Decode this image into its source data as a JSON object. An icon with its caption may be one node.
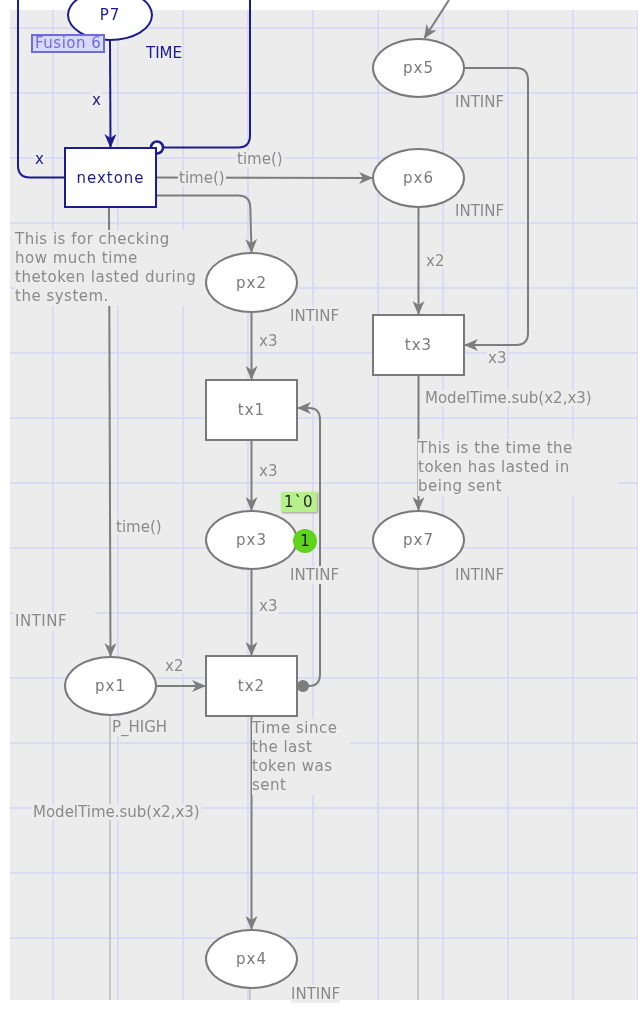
{
  "diagram": {
    "nodes": [
      {
        "text": [
          "P7"
        ],
        "beside": [
          "Fusion 6",
          "TIME"
        ]
      },
      {
        "text": [
          "nextone"
        ]
      },
      {
        "text": [
          "px5"
        ],
        "beside": [
          "INTINF"
        ]
      },
      {
        "text": [
          "px6"
        ],
        "beside": [
          "INTINF"
        ]
      },
      {
        "text": [
          "px2"
        ],
        "beside": [
          "INTINF"
        ]
      },
      {
        "text": [
          "tx3"
        ]
      },
      {
        "text": [
          "tx1"
        ]
      },
      {
        "text": [
          "px3"
        ],
        "beside": [
          "1`0",
          "1",
          "INTINF"
        ]
      },
      {
        "text": [
          "px7"
        ],
        "beside": [
          "INTINF"
        ]
      },
      {
        "text": [
          "px1"
        ],
        "beside": [
          "P_HIGH"
        ]
      },
      {
        "text": [
          "tx2"
        ]
      },
      {
        "text": [
          "px4"
        ],
        "beside": [
          "INTINF"
        ]
      }
    ],
    "edges": [
      {
        "from": 0,
        "to": 1,
        "arrow": "to",
        "label": "x",
        "color": "#1c1c8e"
      },
      {
        "from": 1,
        "to": null,
        "arrow": "none",
        "label": "x",
        "color": "#1c1c8e"
      },
      {
        "from": null,
        "to": 1,
        "arrow": "other",
        "color": "#1c1c8e"
      },
      {
        "from": null,
        "to": 2,
        "arrow": "to"
      },
      {
        "from": 1,
        "to": 3,
        "arrow": "to",
        "label": "time()"
      },
      {
        "from": 1,
        "to": 4,
        "arrow": "to",
        "label": "time()"
      },
      {
        "from": 1,
        "to": 9,
        "arrow": "to",
        "label": "time()"
      },
      {
        "from": 4,
        "to": 6,
        "arrow": "to",
        "label": "x3"
      },
      {
        "from": 6,
        "to": 7,
        "arrow": "to",
        "label": "x3"
      },
      {
        "from": 7,
        "to": 10,
        "arrow": "to",
        "label": "x3"
      },
      {
        "from": 9,
        "to": 10,
        "arrow": "to",
        "label": "x2"
      },
      {
        "from": 10,
        "to": 6,
        "arrow": "to"
      },
      {
        "from": 3,
        "to": 5,
        "arrow": "to",
        "label": "x2"
      },
      {
        "from": 2,
        "to": 5,
        "arrow": "to",
        "label": "x3"
      },
      {
        "from": 5,
        "to": 8,
        "arrow": "to",
        "label": "ModelTime.sub(x2,x3)"
      },
      {
        "from": 10,
        "to": 11,
        "arrow": "to",
        "label": "ModelTime.sub(x2,x3)"
      }
    ],
    "labels": [
      "This is for checking how much time thetoken lasted during the system.",
      "This is the time the token has lasted in being sent",
      "INTINF",
      "Time since the last token was sent"
    ]
  }
}
